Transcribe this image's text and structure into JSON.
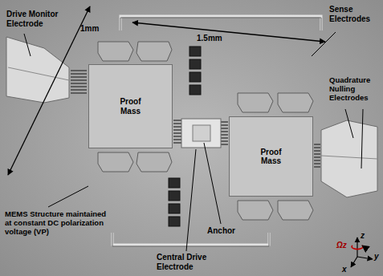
{
  "diagram": {
    "nodes": [
      {
        "text": [
          "Proof Mass"
        ]
      },
      {
        "text": [
          "Proof Mass"
        ]
      }
    ],
    "labels": [
      "Drive Monitor Electrode",
      "1mm",
      "1.5mm",
      "Sense Electrodes",
      "Quadrature Nulling Electrodes",
      "MEMS Structure maintained at constant DC polarization voltage (VP)",
      "Anchor",
      "Central Drive Electrode",
      "z",
      "y",
      "x",
      "Ωz"
    ]
  }
}
